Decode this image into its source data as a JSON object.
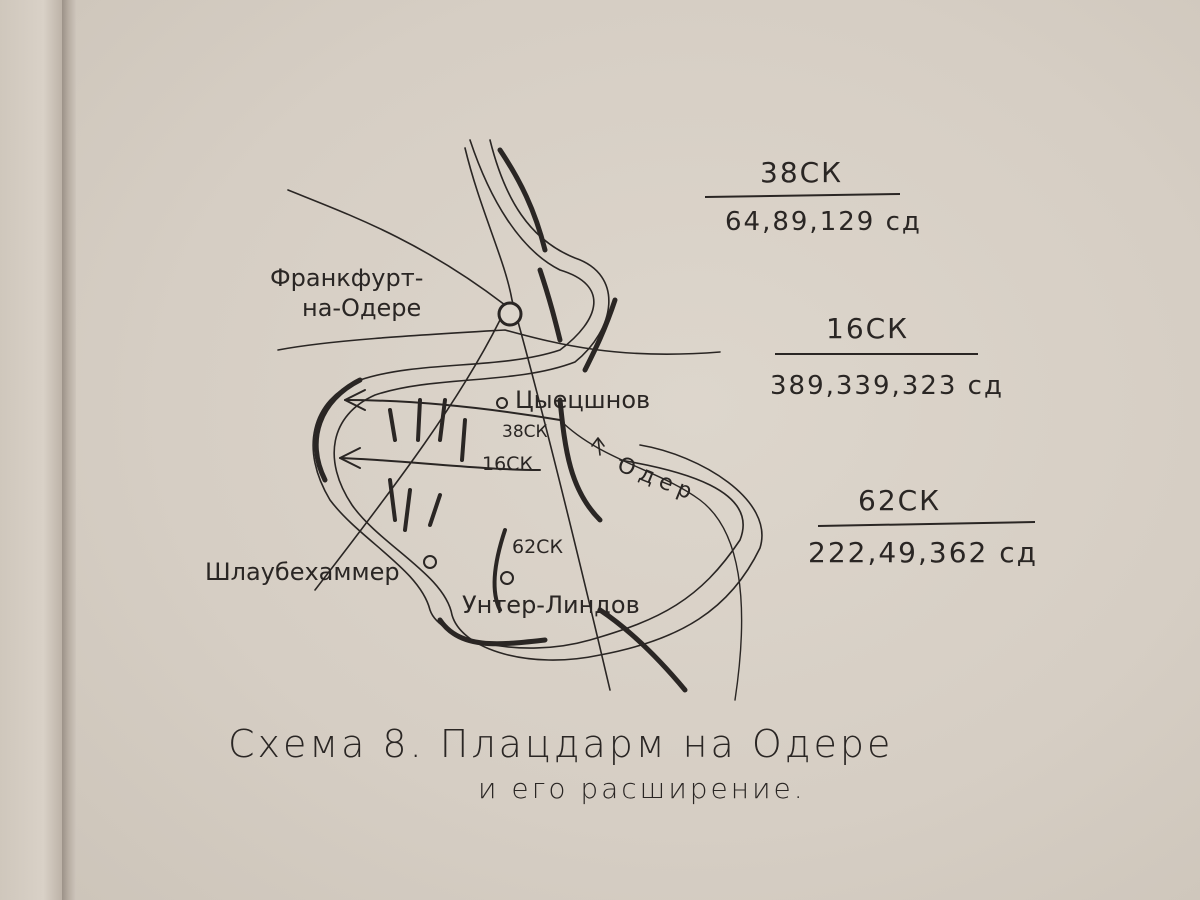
{
  "labels": {
    "frankfurt_line1": "Франкфурт-",
    "frankfurt_line2": "на-Одере",
    "tsetsshnov": "Цыецшнов",
    "schlaubehammer": "Шлаубехаммер",
    "unter_lindow": "Унтер-Линдов",
    "river_oder": "Одер",
    "on_map_38ck": "38СК",
    "on_map_16ck": "16СК",
    "on_map_62ck": "62СК"
  },
  "corps": [
    {
      "name": "38СК",
      "numbers": "64,89,129 сд"
    },
    {
      "name": "16СК",
      "numbers": "389,339,323 сд"
    },
    {
      "name": "62СК",
      "numbers": "222,49,362 сд"
    }
  ],
  "caption": {
    "line1": "Схема 8. Плацдарм на Одере",
    "line2": "и его расширение."
  },
  "colors": {
    "paper": "#d8d0c6",
    "ink": "#2a2624"
  }
}
